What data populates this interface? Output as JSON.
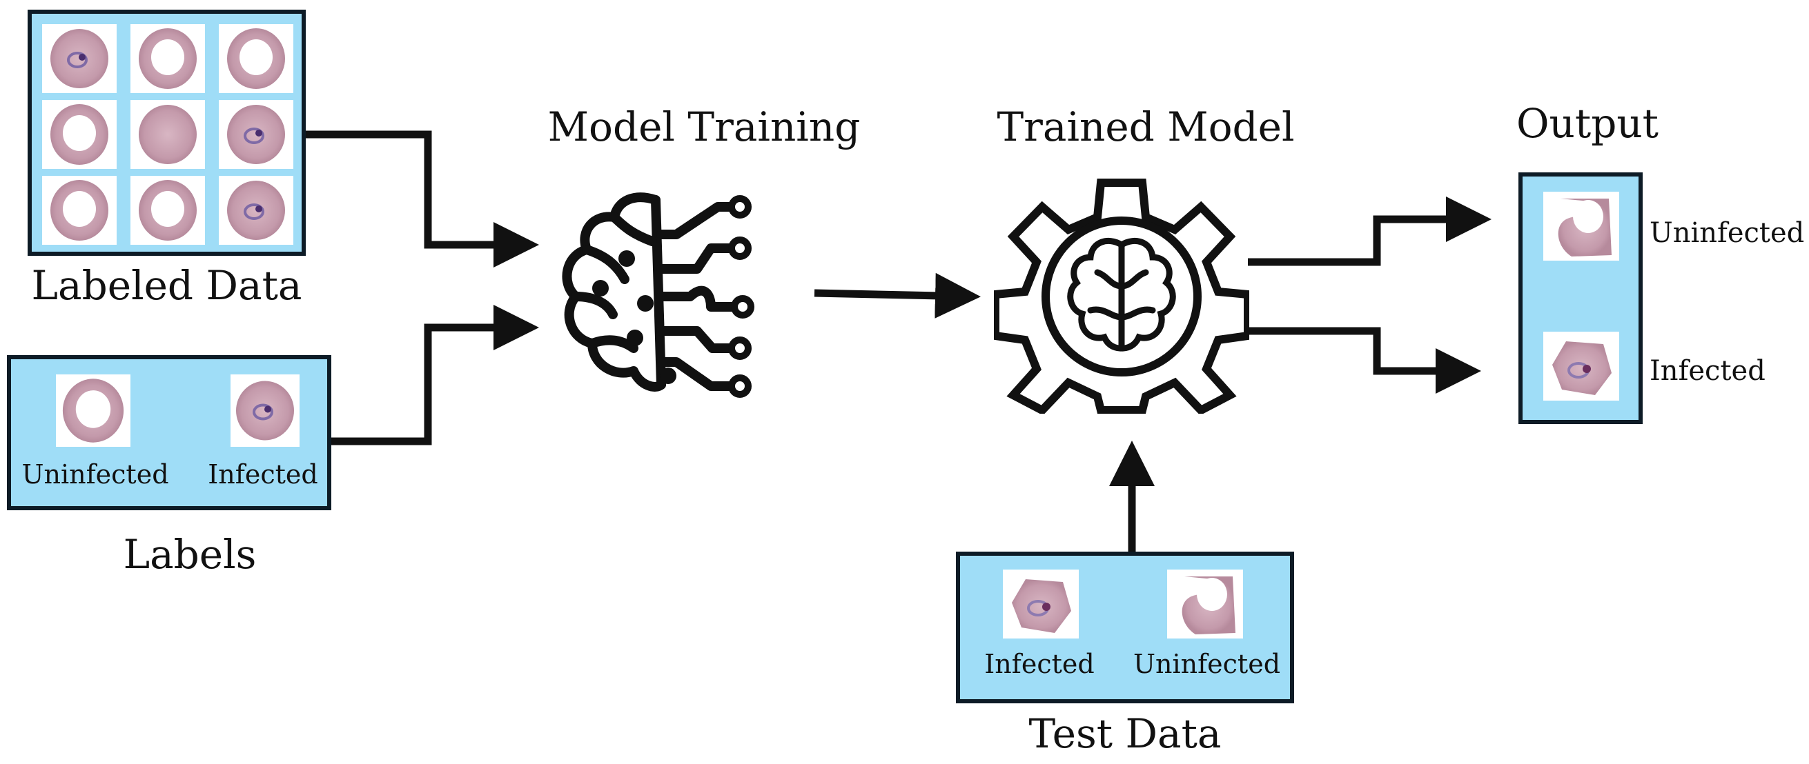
{
  "labeled_data": {
    "caption": "Labeled Data"
  },
  "labels": {
    "caption": "Labels",
    "items": [
      "Uninfected",
      "Infected"
    ]
  },
  "model_training": {
    "caption": "Model Training"
  },
  "trained_model": {
    "caption": "Trained Model"
  },
  "test_data": {
    "caption": "Test Data",
    "items": [
      "Infected",
      "Uninfected"
    ]
  },
  "output": {
    "caption": "Output",
    "items": [
      "Uninfected",
      "Infected"
    ]
  },
  "colors": {
    "panel_fill": "#9fddf7",
    "panel_border": "#0d1b26",
    "cell_fill": "#c9a2b2",
    "arrow": "#111111"
  },
  "icons": [
    "brain-circuit-icon",
    "gear-brain-icon",
    "red-blood-cell-icon"
  ]
}
